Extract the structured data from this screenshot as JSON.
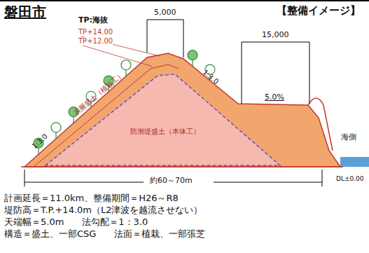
{
  "diagram": {
    "title": "磐田市",
    "labels": [
      "【整備イメージ】",
      "TP:海抜",
      "TP+14.00",
      "TP+12.00",
      "5,000",
      "15,000",
      "5.0%",
      "1:3.0",
      "1:3.0",
      "表層盛土（植栽工）",
      "防潮堤盛土（本体工）",
      "海側",
      "DL±0.00",
      "約60～70m",
      "計画延長＝11.0km、整備期間＝H26～R8",
      "堤防高＝T.P.+14.0m（L2津波を越流させない）",
      "天端幅＝5.0m　　法勾配＝1：3.0",
      "構造＝盛土、一部CSG　　法面＝植栽、一部張芝"
    ]
  }
}
